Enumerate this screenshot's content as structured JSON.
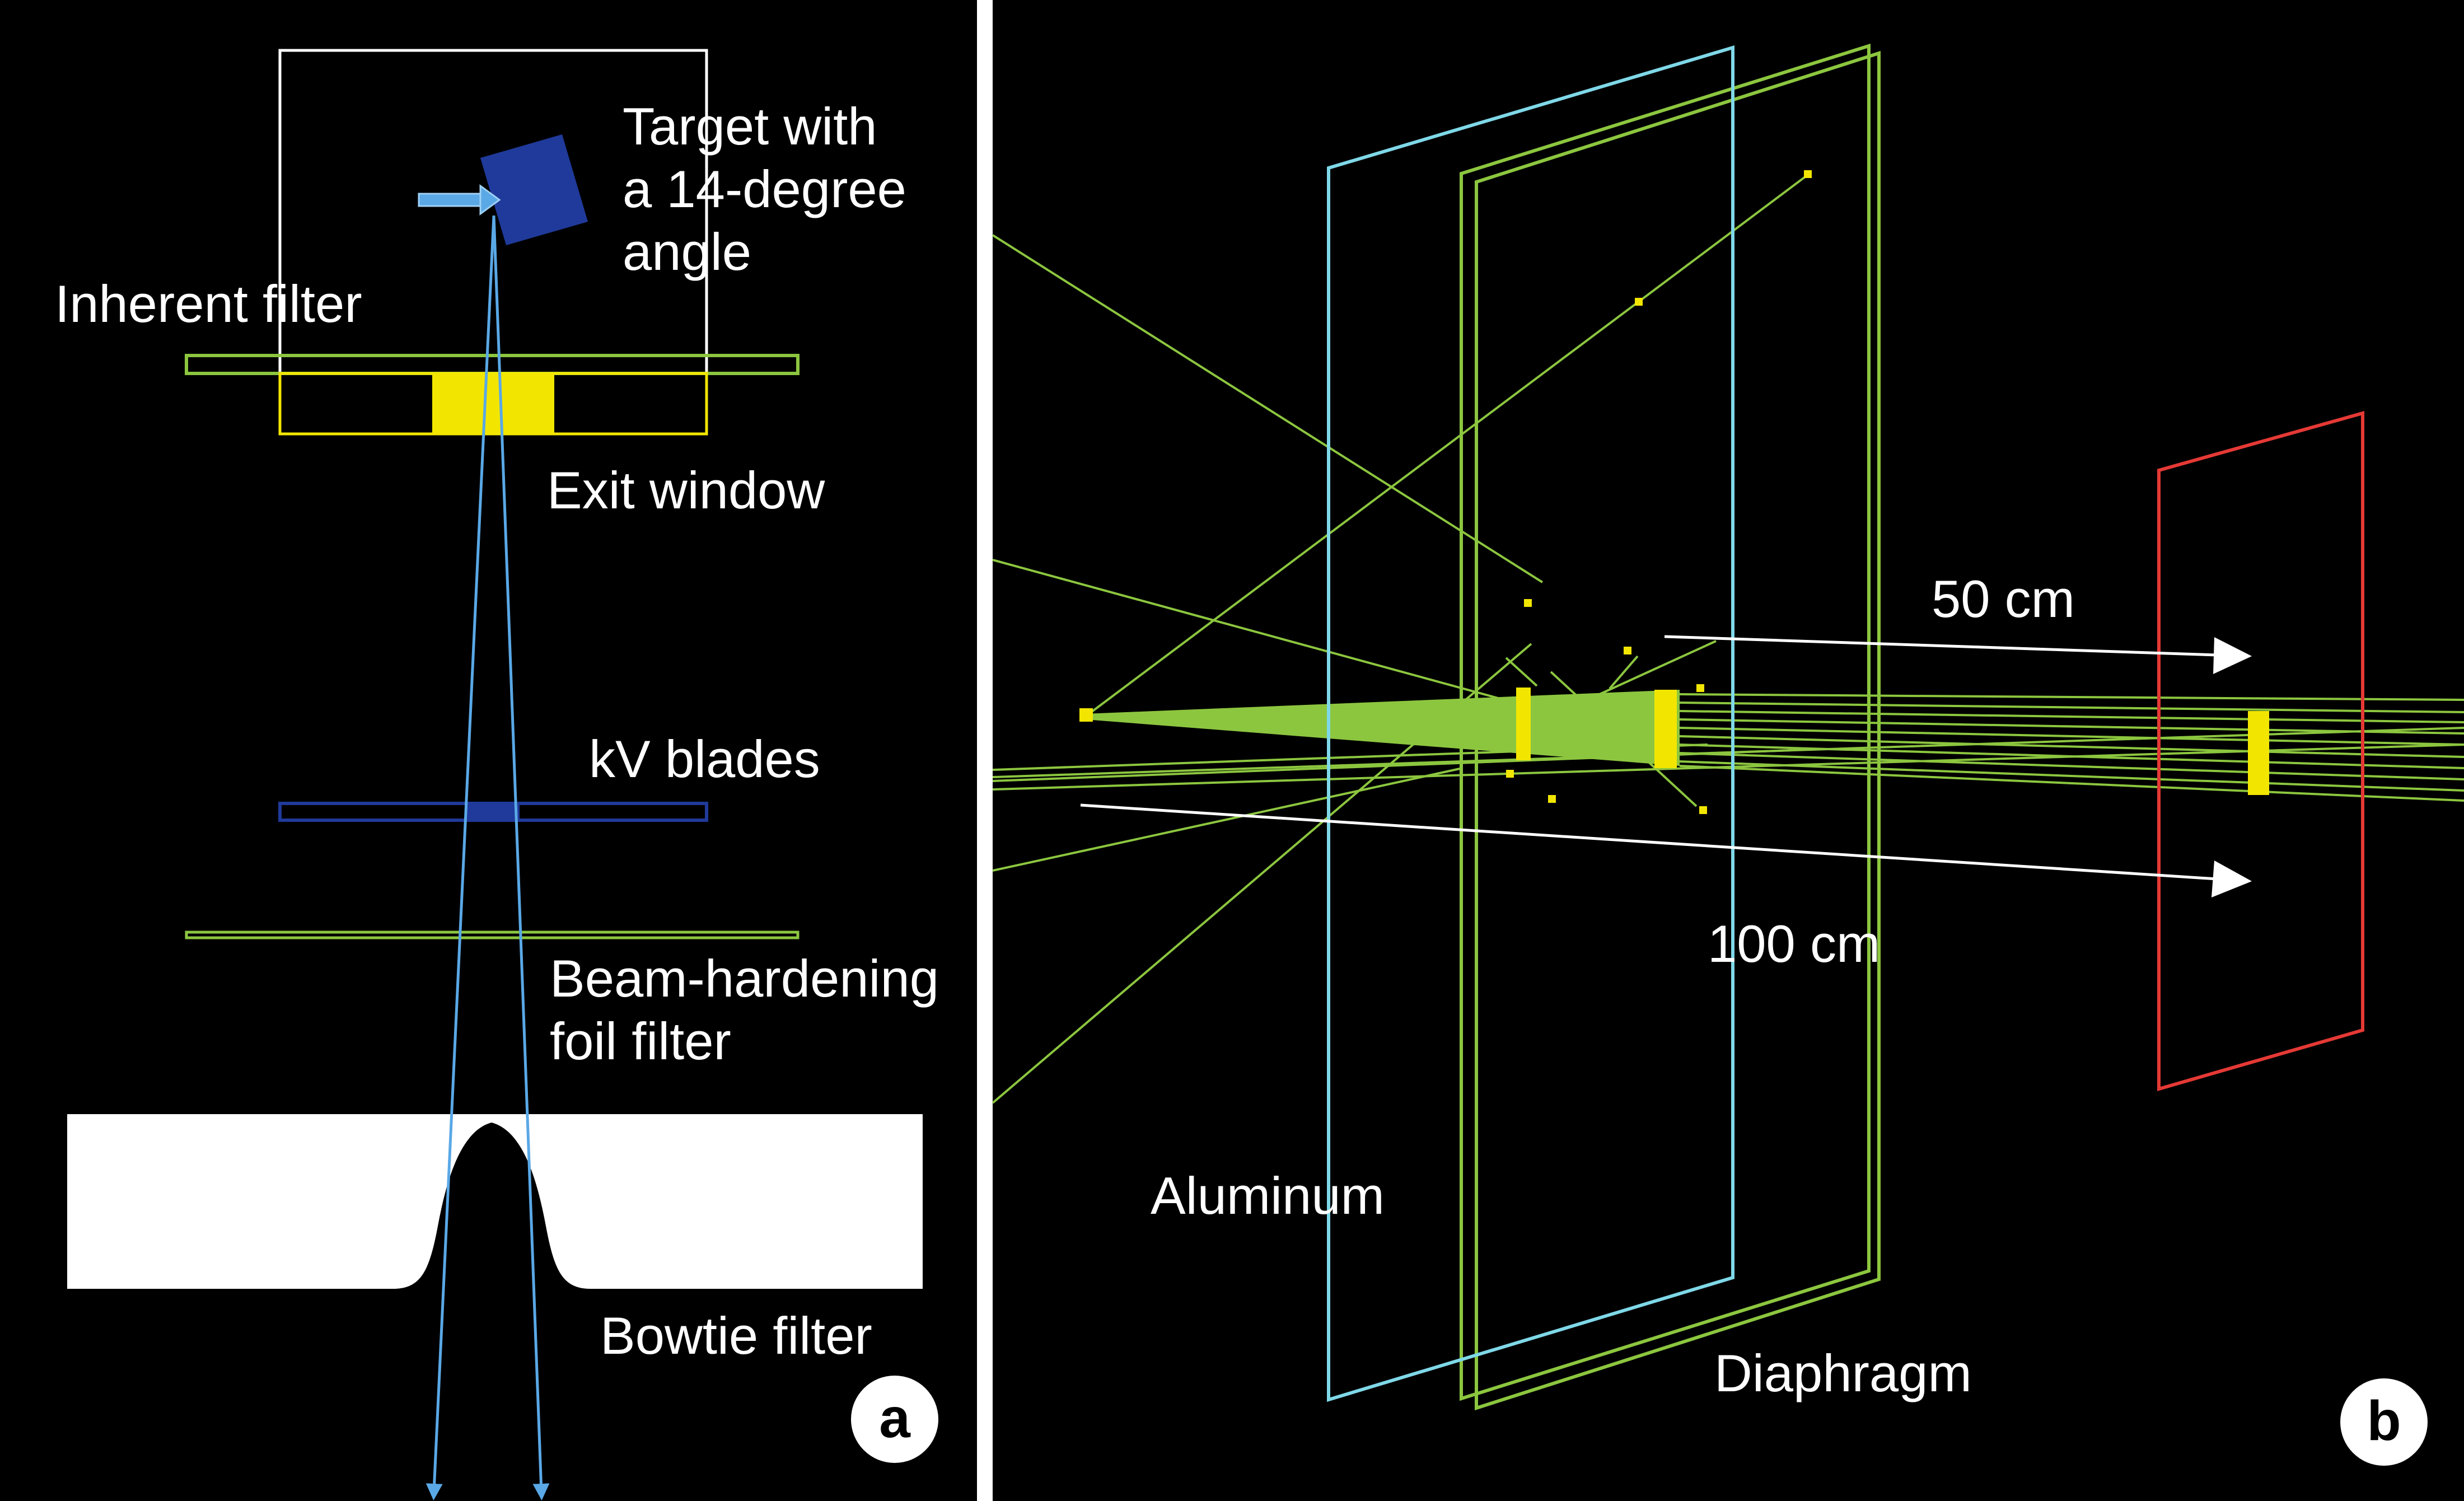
{
  "panel_a": {
    "badge": "a",
    "labels": {
      "target_line1": "Target with",
      "target_line2": "a 14-degree",
      "target_line3": "angle",
      "inherent_filter": "Inherent filter",
      "exit_window": "Exit window",
      "kv_blades": "kV blades",
      "beam_hardening_line1": "Beam-hardening",
      "beam_hardening_line2": "foil filter",
      "bowtie_filter": "Bowtie filter"
    }
  },
  "panel_b": {
    "badge": "b",
    "labels": {
      "distance_50": "50 cm",
      "distance_100": "100 cm",
      "aluminum": "Aluminum",
      "diaphragm": "Diaphragm"
    }
  },
  "colors": {
    "background": "#000000",
    "divider": "#ffffff",
    "target": "#1f3a9a",
    "beam": "#5aa8e6",
    "inherent_filter": "#8cc63f",
    "exit_window": "#f2e600",
    "kv_blades": "#1f3a9a",
    "aluminum_plate": "#7fd8e8",
    "diaphragm_plate": "#8cc63f",
    "detector_plate": "#e53935",
    "particle_tracks": "#8cc63f",
    "hits": "#f2e600"
  }
}
